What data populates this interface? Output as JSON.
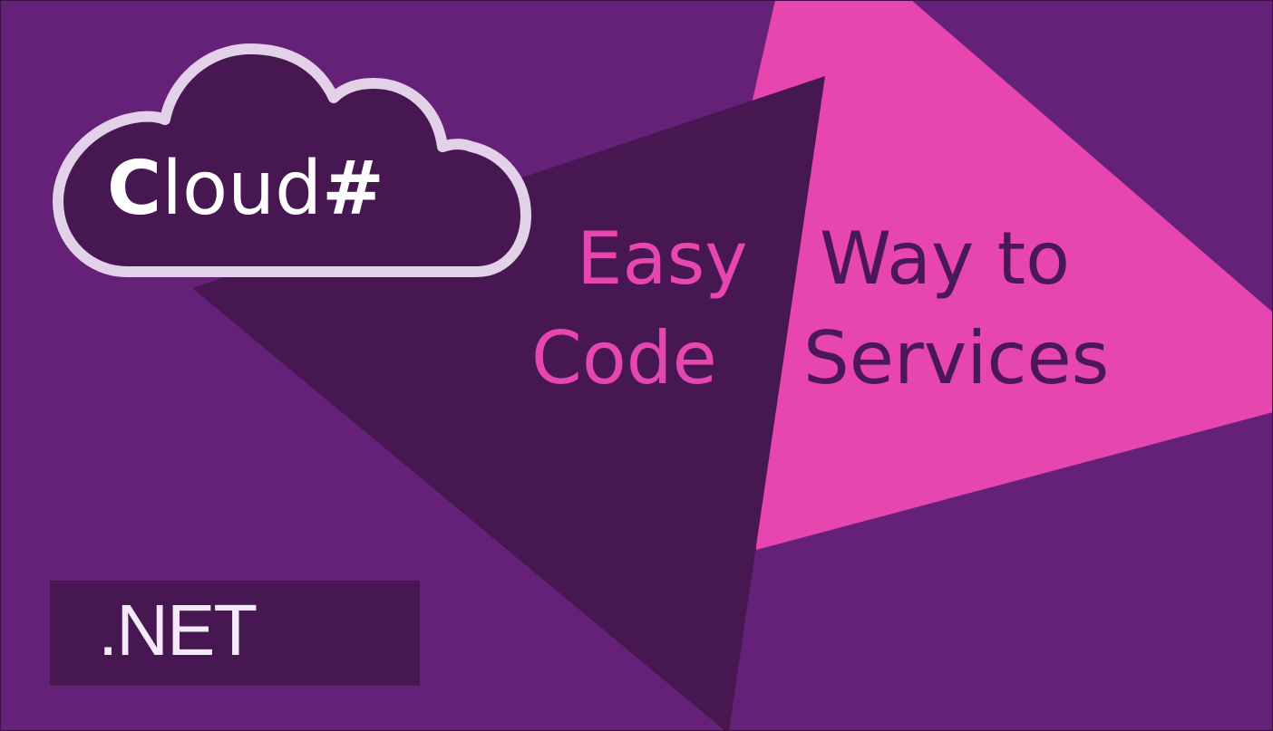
{
  "logo": {
    "initial": "C",
    "rest": "loud",
    "hash": "#",
    "icon": "cloud-icon"
  },
  "tagline": {
    "word1": "Easy",
    "word2": "Way to",
    "word3": "Code",
    "word4": "Services"
  },
  "badge": {
    "label": ".NET"
  },
  "colors": {
    "background": "#652177",
    "dark_triangle": "#461751",
    "pink_triangle": "#e746b0",
    "cloud_outline": "#e3d1ea",
    "text_white": "#ffffff"
  }
}
